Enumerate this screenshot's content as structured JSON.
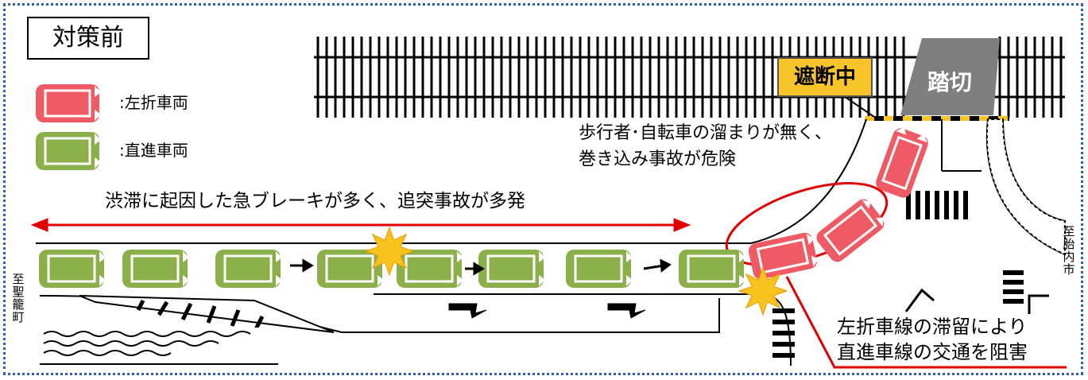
{
  "title": "対策前",
  "legend": [
    {
      "label": ":左折車両",
      "color": "#f05a64"
    },
    {
      "label": ":直進車両",
      "color": "#8bb04a"
    }
  ],
  "crossing": {
    "label": "踏切",
    "status": "遮断中"
  },
  "annotations": {
    "congestion": "渋滞に起因した急ブレーキが多く、追突事故が多発",
    "pedestrian_line1": "歩行者･自転車の溜まりが無く、",
    "pedestrian_line2": "巻き込み事故が危険",
    "blocking_line1": "左折車線の滞留により",
    "blocking_line2": "直進車線の交通を阻害"
  },
  "directions": {
    "left": [
      "至",
      "聖",
      "籠",
      "町"
    ],
    "right": [
      "至",
      "胎",
      "内",
      "市"
    ]
  },
  "colors": {
    "left_turn": "#f05a64",
    "straight": "#8bb04a",
    "warning": "#e00000",
    "frame": "#2e5fa8",
    "badge": "#f7c42a",
    "crossing": "#7f7f7f"
  }
}
